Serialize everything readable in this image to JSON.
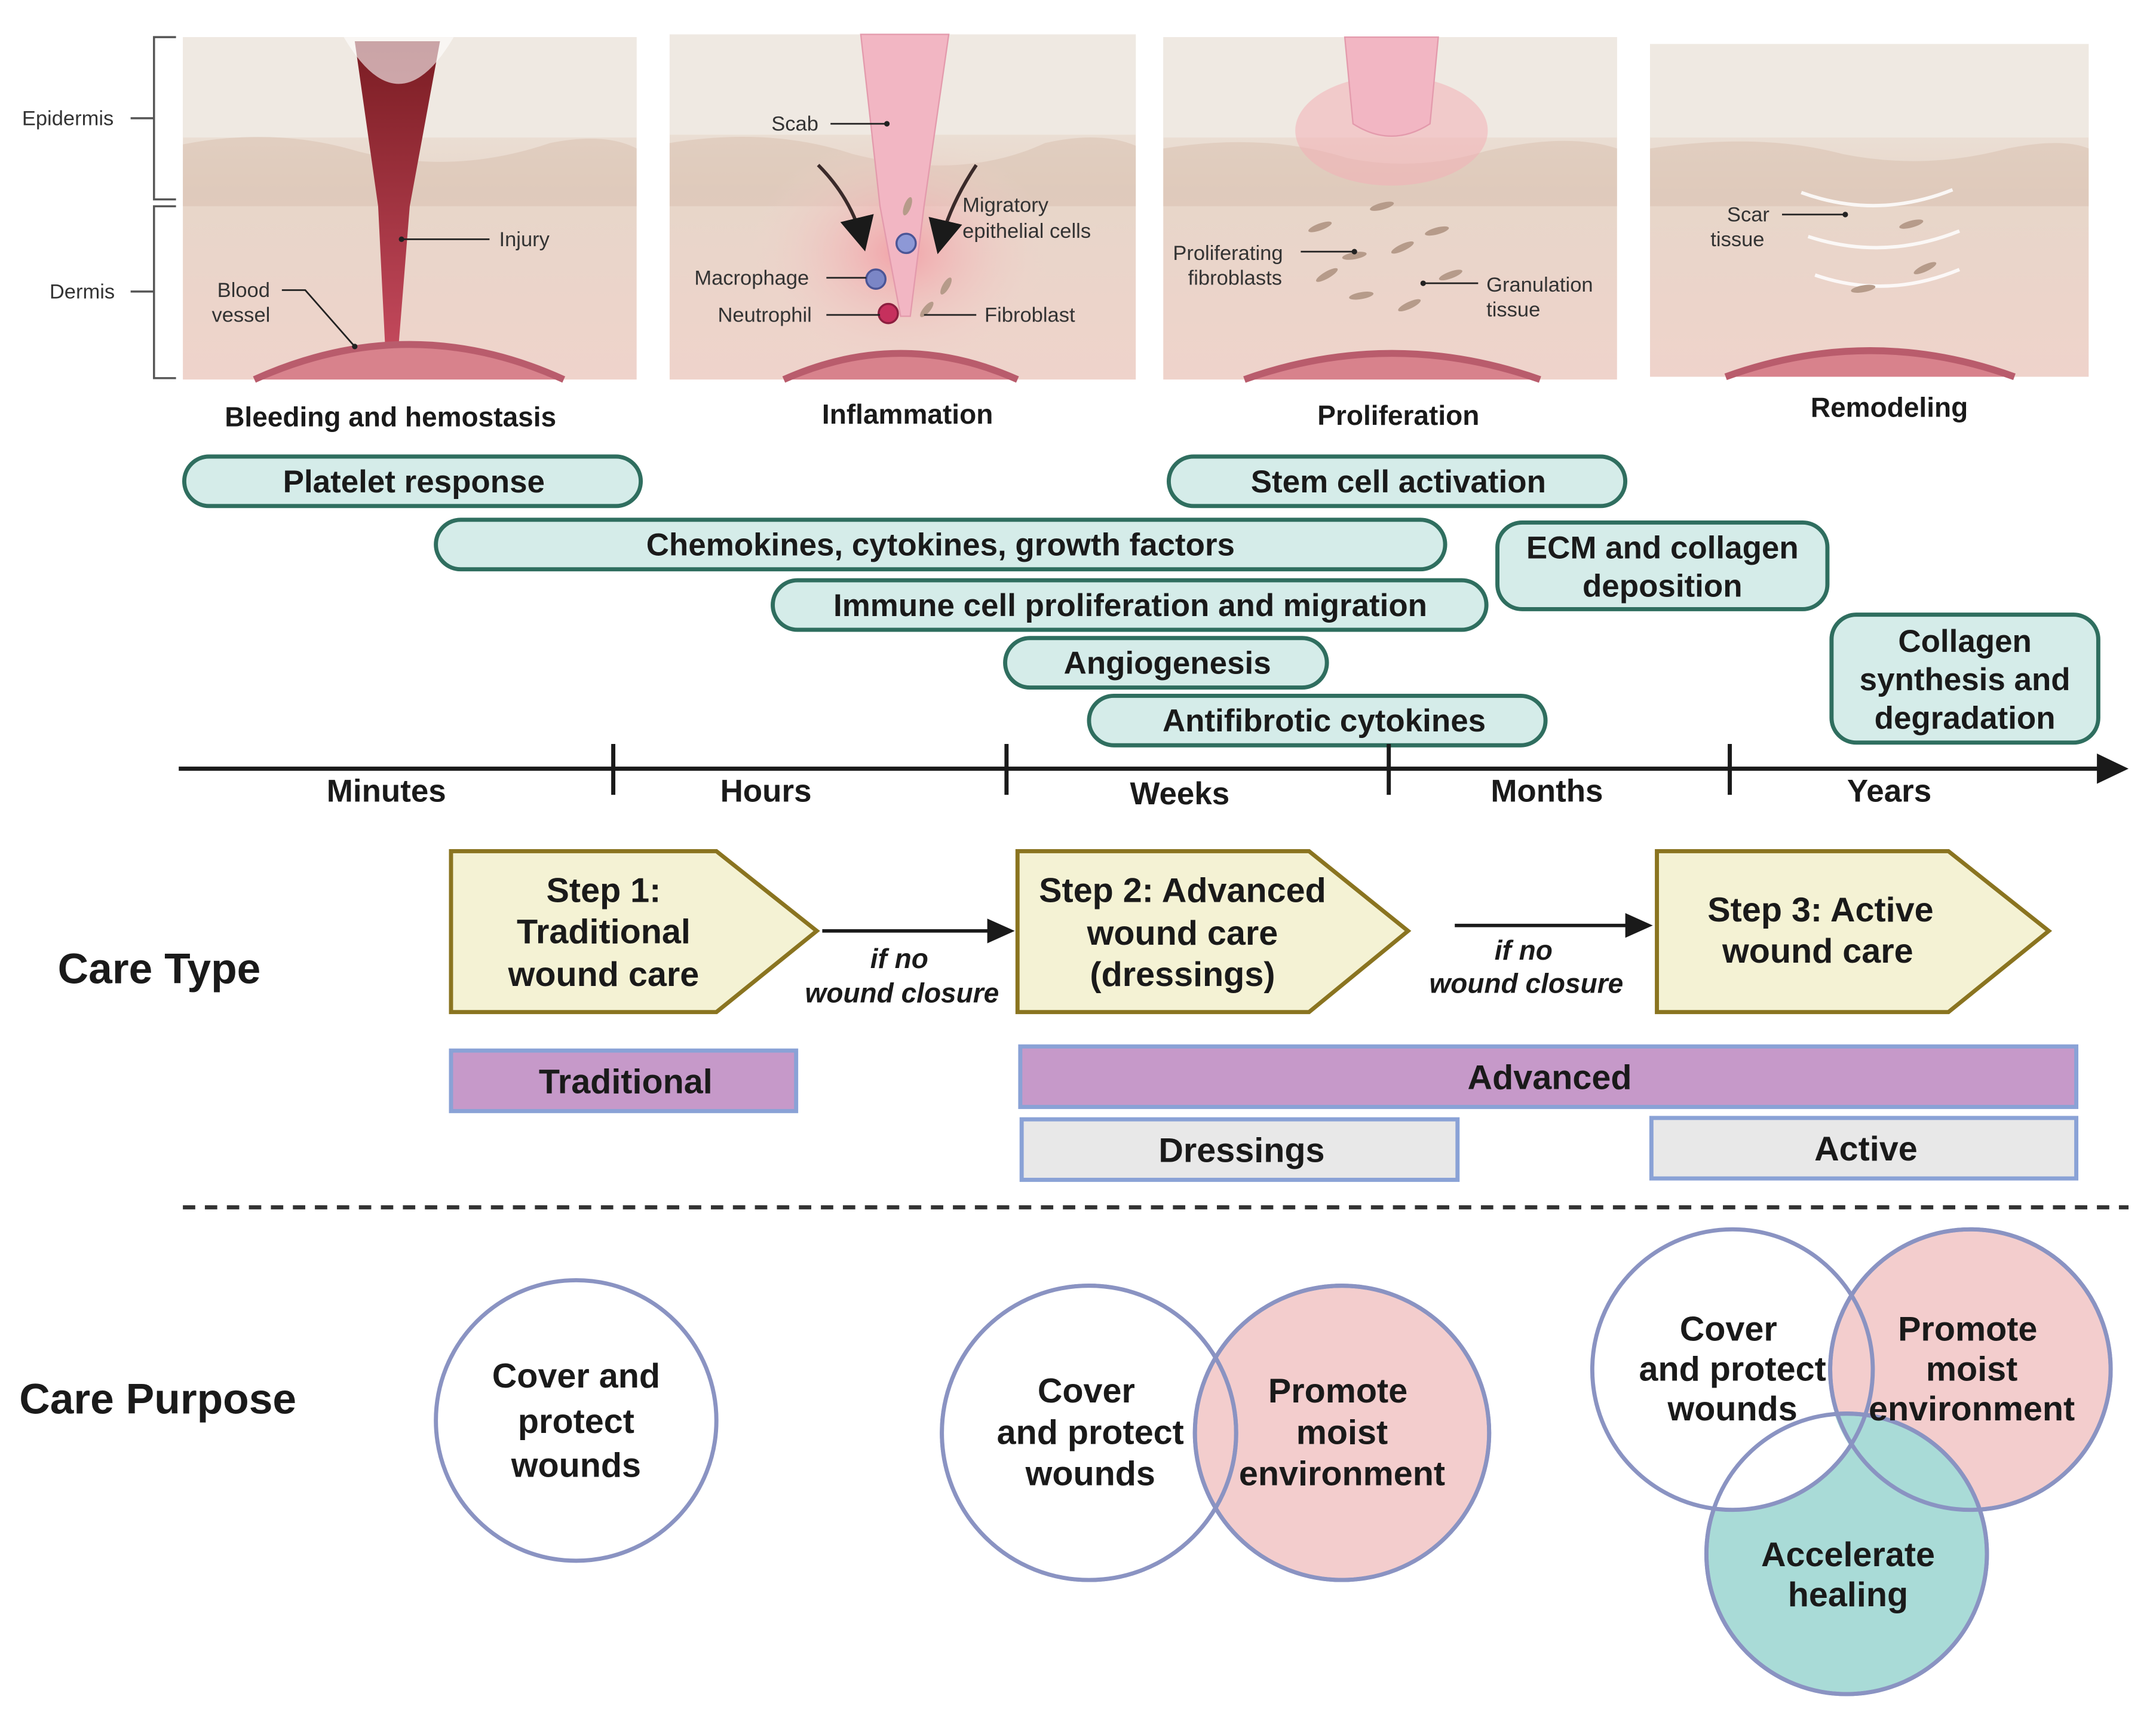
{
  "layers": {
    "epidermis": "Epidermis",
    "dermis": "Dermis"
  },
  "panels": [
    {
      "title": "Bleeding and hemostasis",
      "labels": {
        "injury": "Injury",
        "blood_vessel_1": "Blood",
        "blood_vessel_2": "vessel"
      }
    },
    {
      "title": "Inflammation",
      "labels": {
        "scab": "Scab",
        "migratory_1": "Migratory",
        "migratory_2": "epithelial cells",
        "macrophage": "Macrophage",
        "neutrophil": "Neutrophil",
        "fibroblast": "Fibroblast"
      }
    },
    {
      "title": "Proliferation",
      "labels": {
        "prolif_1": "Proliferating",
        "prolif_2": "fibroblasts",
        "gran_1": "Granulation",
        "gran_2": "tissue"
      }
    },
    {
      "title": "Remodeling",
      "labels": {
        "scar_1": "Scar",
        "scar_2": "tissue"
      }
    }
  ],
  "processes": [
    {
      "lines": [
        "Platelet response"
      ]
    },
    {
      "lines": [
        "Stem cell activation"
      ]
    },
    {
      "lines": [
        "Chemokines, cytokines, growth factors"
      ]
    },
    {
      "lines": [
        "ECM and collagen",
        "deposition"
      ]
    },
    {
      "lines": [
        "Immune cell proliferation and migration"
      ]
    },
    {
      "lines": [
        "Angiogenesis"
      ]
    },
    {
      "lines": [
        "Antifibrotic cytokines"
      ]
    },
    {
      "lines": [
        "Collagen",
        "synthesis and",
        "degradation"
      ]
    }
  ],
  "timeline": [
    "Minutes",
    "Hours",
    "Weeks",
    "Months",
    "Years"
  ],
  "care_type": {
    "title": "Care Type",
    "steps": [
      {
        "lines": [
          "Step 1:",
          "Traditional",
          "wound care"
        ]
      },
      {
        "lines": [
          "Step 2: Advanced",
          "wound care",
          "(dressings)"
        ]
      },
      {
        "lines": [
          "Step 3: Active",
          "wound care"
        ]
      }
    ],
    "transition": [
      "if no",
      "wound closure"
    ],
    "bars": {
      "traditional": "Traditional",
      "advanced": "Advanced",
      "dressings": "Dressings",
      "active": "Active"
    }
  },
  "care_purpose": {
    "title": "Care Purpose",
    "cover": [
      "Cover and",
      "protect",
      "wounds"
    ],
    "cover_alt": [
      "Cover",
      "and protect",
      "wounds"
    ],
    "moist": [
      "Promote",
      "moist",
      "environment"
    ],
    "accelerate": [
      "Accelerate",
      "healing"
    ]
  },
  "colors": {
    "process_fill": "#d5ece9",
    "process_border": "#2f6e5f",
    "step_fill": "#f4f2d4",
    "step_border": "#8a7420",
    "bar_purple": "#c699c9",
    "bar_grey": "#e8e8e8",
    "circle_pink": "#f3cdcd",
    "circle_teal": "#a9dbd7"
  }
}
